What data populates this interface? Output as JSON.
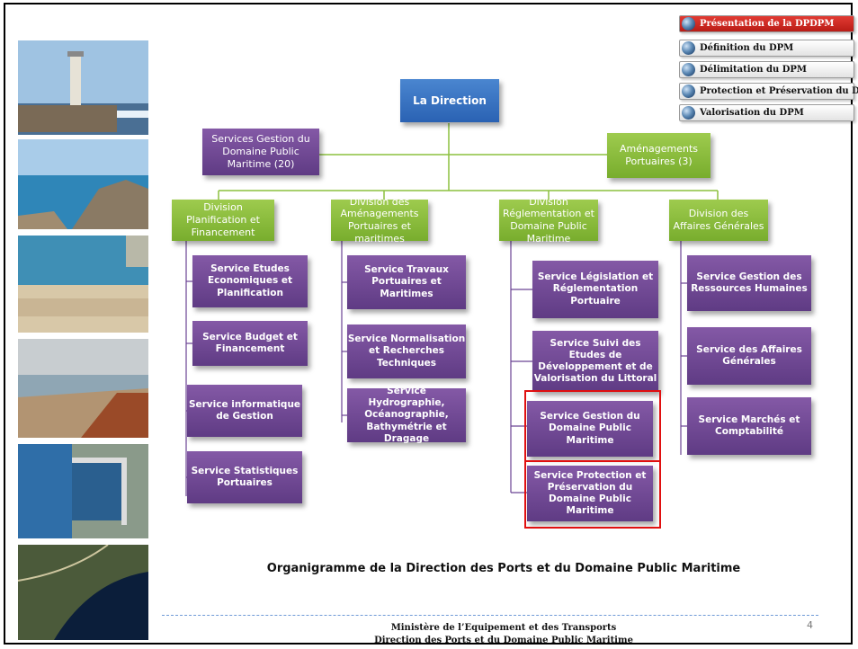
{
  "nav": {
    "items": [
      {
        "label": "Présentation de la DPDPM",
        "active": true
      },
      {
        "label": "Définition du DPM",
        "active": false
      },
      {
        "label": "Délimitation du DPM",
        "active": false
      },
      {
        "label": "Protection et Préservation du DPM",
        "active": false
      },
      {
        "label": "Valorisation du DPM",
        "active": false
      }
    ]
  },
  "org": {
    "root": "La Direction",
    "side_left": "Services Gestion du Domaine Public Maritime (20)",
    "side_right": "Aménagements Portuaires (3)",
    "divisions": [
      {
        "label": "Division Planification et Financement",
        "services": [
          "Service Etudes Economiques et Planification",
          "Service Budget et Financement",
          "Service informatique de Gestion",
          "Service Statistiques Portuaires"
        ]
      },
      {
        "label": "Division des Aménagements Portuaires et maritimes",
        "services": [
          "Service Travaux Portuaires et Maritimes",
          "Service Normalisation et Recherches Techniques",
          "Service Hydrographie, Océanographie, Bathymétrie et Dragage"
        ]
      },
      {
        "label": "Division Réglementation et Domaine Public Maritime",
        "services": [
          "Service Législation et Réglementation Portuaire",
          "Service Suivi des Etudes de Développement et de Valorisation du Littoral",
          "Service Gestion du Domaine Public Maritime",
          "Service Protection et Préservation du Domaine Public Maritime"
        ]
      },
      {
        "label": "Division des Affaires Générales",
        "services": [
          "Service Gestion des Ressources Humaines",
          "Service des Affaires Générales",
          "Service Marchés et Comptabilité"
        ]
      }
    ]
  },
  "caption": "Organigramme de la Direction des Ports et du Domaine Public Maritime",
  "footer": {
    "line1": "Ministère de l’Equipement et des Transports",
    "line2": "Direction des Ports et du Domaine Public Maritime"
  },
  "page_number": "4",
  "colors": {
    "highlight": "#e01010",
    "division": "#8cc13f",
    "service": "#6b4394",
    "root": "#3a75c4"
  }
}
